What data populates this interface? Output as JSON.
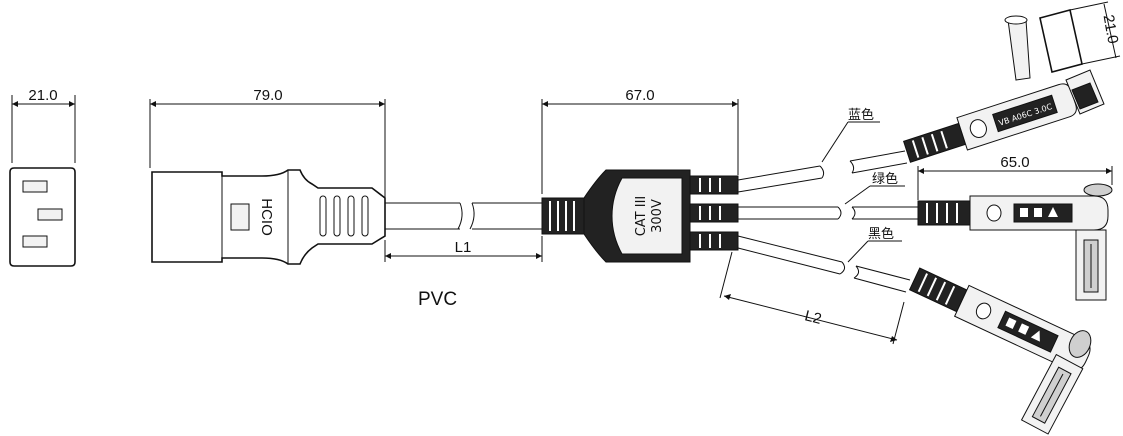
{
  "dimensions": {
    "socket_width": "21.0",
    "connector_length": "79.0",
    "splitter_length": "67.0",
    "probe_length": "65.0",
    "plug_width": "21.0",
    "cable_length": "L1",
    "branch_length": "L2"
  },
  "labels": {
    "material": "PVC",
    "wire_blue": "蓝色",
    "wire_green": "绿色",
    "wire_black": "黑色",
    "connector_marking": "HCIO",
    "splitter_marking_1": "CAT III",
    "splitter_marking_2": "300V",
    "plug_marking": "VB A06C 3.0C"
  }
}
